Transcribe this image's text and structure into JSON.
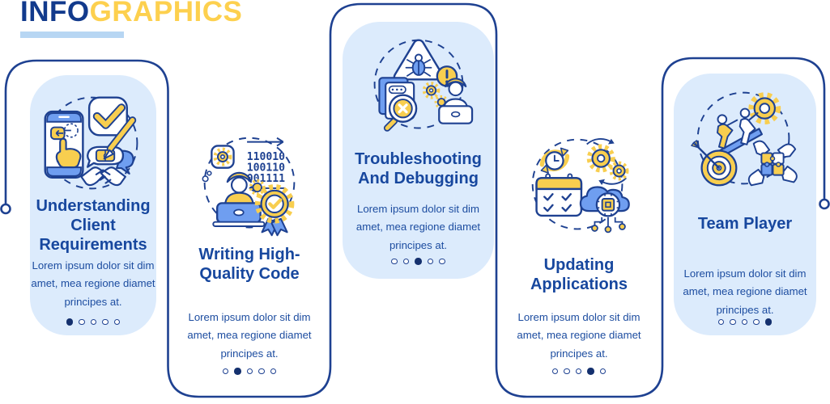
{
  "header": {
    "brand_info": "INFO",
    "brand_graphics": "GRAPHICS"
  },
  "palette": {
    "navy_line": "#1e4191",
    "text_navy": "#17479e",
    "yellow": "#f8ce4f",
    "mid_blue": "#6f9ef0",
    "card_light_blue": "#dcebfc",
    "underline_blue": "#b7d6f3",
    "white": "#ffffff"
  },
  "cards": [
    {
      "title": "Understanding Client Requirements",
      "body": "Lorem ipsum dolor sit dim amet, mea regione diamet principes at.",
      "dots_total": 5,
      "active_dot": 0,
      "variant": "filled",
      "icon": "client-requirements-illustration",
      "icon_parts": [
        "smartphone-tap-icon",
        "checkbox-check-icon",
        "pen-icon",
        "speech-bubbles-icon",
        "puzzle-ticket-icon",
        "handshake-icon"
      ]
    },
    {
      "title": "Writing High-Quality Code",
      "body": "Lorem ipsum dolor sit dim amet, mea regione diamet principes at.",
      "dots_total": 5,
      "active_dot": 1,
      "variant": "outline",
      "icon": "high-quality-code-illustration",
      "icon_parts": [
        "developer-laptop-icon",
        "gear-icon",
        "binary-code-icon",
        "quality-seal-ribbon-icon"
      ],
      "binary": [
        "110010",
        "100110",
        "001111"
      ]
    },
    {
      "title": "Troubleshooting And Debugging",
      "body": "Lorem ipsum dolor sit dim amet, mea regione diamet principes at.",
      "dots_total": 5,
      "active_dot": 2,
      "variant": "filled",
      "icon": "troubleshooting-debugging-illustration",
      "icon_parts": [
        "bug-warning-triangle-icon",
        "exclamation-circle-icon",
        "document-error-magnifier-icon",
        "gears-icon",
        "developer-laptop-icon"
      ]
    },
    {
      "title": "Updating Applications",
      "body": "Lorem ipsum dolor sit dim amet, mea regione diamet principes at.",
      "dots_total": 5,
      "active_dot": 3,
      "variant": "outline",
      "icon": "updating-applications-illustration",
      "icon_parts": [
        "refresh-clock-icon",
        "calendar-checks-icon",
        "sync-gears-icon",
        "cloud-chip-circuit-icon"
      ]
    },
    {
      "title": "Team Player",
      "body": "Lorem ipsum dolor sit dim amet, mea regione diamet principes at.",
      "dots_total": 5,
      "active_dot": 4,
      "variant": "filled",
      "icon": "team-player-illustration",
      "icon_parts": [
        "climbers-gear-icon",
        "target-arrow-icon",
        "hands-puzzle-icon"
      ]
    }
  ]
}
